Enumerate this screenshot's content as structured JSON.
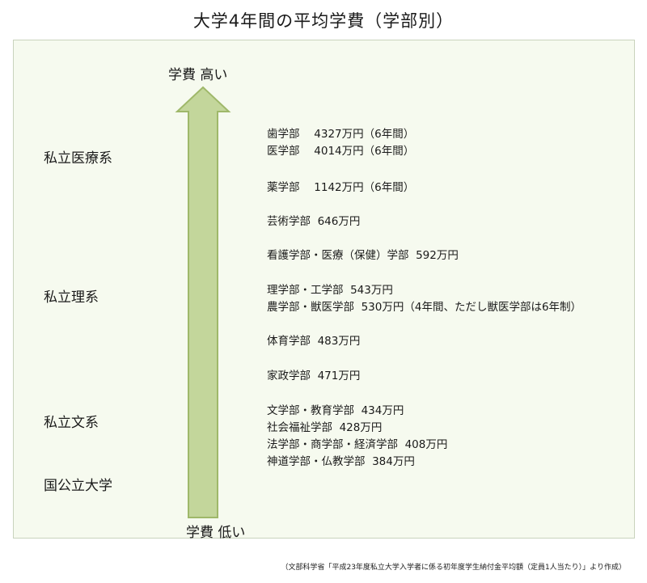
{
  "title": "大学4年間の平均学費（学部別）",
  "axis": {
    "top_label": "学費 高い",
    "bottom_label": "学費 低い"
  },
  "categories": [
    "私立医療系",
    "私立理系",
    "私立文系",
    "国公立大学"
  ],
  "entries": [
    "歯学部　 4327万円（6年間）",
    "医学部　 4014万円（6年間）",
    "薬学部　 1142万円（6年間）",
    "芸術学部  646万円",
    "看護学部・医療（保健）学部  592万円",
    "理学部・工学部  543万円",
    "農学部・獣医学部  530万円（4年間、ただし獣医学部は6年制）",
    "体育学部  483万円",
    "家政学部  471万円",
    "文学部・教育学部  434万円",
    "社会福祉学部  428万円",
    "法学部・商学部・経済学部  408万円",
    "神道学部・仏教学部  384万円"
  ],
  "source": "（文部科学省「平成23年度私立大学入学者に係る初年度学生納付金平均額（定員1人当たり）」より作成）",
  "colors": {
    "panel_bg": "#f6faef",
    "arrow_fill": "#c3d69b",
    "arrow_stroke": "#9fb86a"
  }
}
